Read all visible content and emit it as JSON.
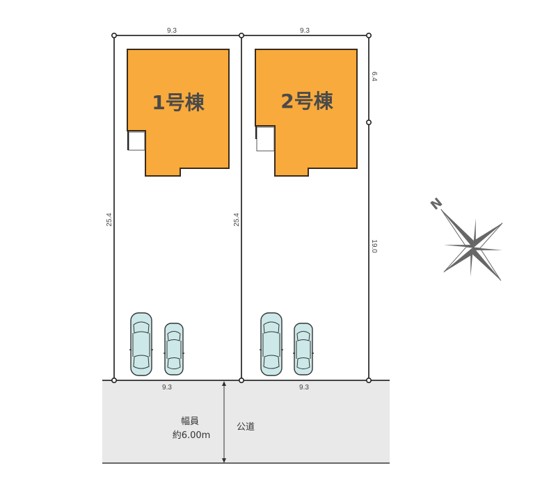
{
  "site_plan": {
    "buildings": [
      {
        "label": "1号棟"
      },
      {
        "label": "2号棟"
      }
    ],
    "dimensions": {
      "lot1_top": "9.3",
      "lot2_top": "9.3",
      "lot1_left": "25.4",
      "lot1_right": "25.4",
      "lot2_right_upper": "6.4",
      "lot2_right_lower": "19.0",
      "lot1_bottom": "9.3",
      "lot2_bottom": "9.3"
    },
    "road": {
      "width_label": "幅員",
      "width_value": "約6.00m",
      "name": "公道"
    },
    "compass": {
      "north_label": "N"
    },
    "colors": {
      "building_fill": "#F8AA3C",
      "outline": "#3a3a3a",
      "road_fill": "#E8E9E8",
      "car_fill": "#CDE8E8",
      "compass": "#666666"
    }
  }
}
